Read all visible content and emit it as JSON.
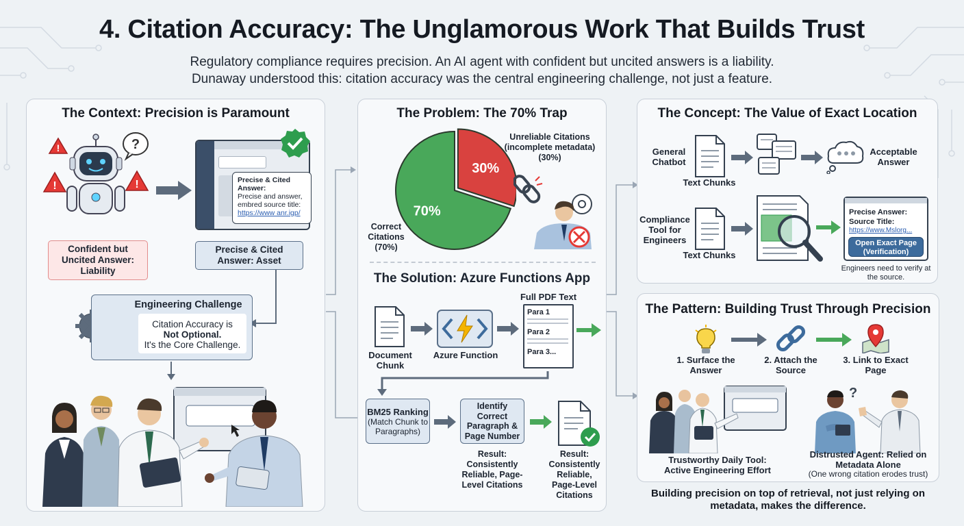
{
  "title": "4. Citation Accuracy: The Unglamorous Work That Builds Trust",
  "subtitle_line1": "Regulatory compliance requires precision. An AI agent with confident but uncited answers is a liability.",
  "subtitle_line2": "Dunaway understood this: citation accuracy was the central engineering challenge, not just a feature.",
  "context": {
    "title": "The Context: Precision is Paramount",
    "liability_label": "Confident but Uncited Answer: Liability",
    "bubble_title": "Precise & Cited Answer:",
    "bubble_body": "Precise and answer, embred source title:",
    "bubble_link": "https://www anr.igp/",
    "asset_label": "Precise & Cited Answer: Asset",
    "challenge_title": "Engineering Challenge",
    "challenge_line1": "Citation Accuracy is",
    "challenge_line2": "Not Optional.",
    "challenge_line3": "It's the Core Challenge."
  },
  "problem": {
    "title": "The Problem: The 70% Trap",
    "unreliable_label": "Unreliable Citations (incomplete metadata) (30%)",
    "correct_label": "Correct Citations (70%)"
  },
  "solution": {
    "title": "The Solution: Azure Functions App",
    "full_pdf": "Full PDF Text",
    "doc_chunk": "Document Chunk",
    "azure_function": "Azure Function",
    "para1": "Para 1",
    "para2": "Para 2",
    "para3": "Para 3...",
    "bm25_title": "BM25 Ranking",
    "bm25_sub": "(Match Chunk to Paragraphs)",
    "identify": "Identify Correct Paragraph & Page Number",
    "result1": "Result: Consistently Reliable, Page-Level Citations",
    "result2": "Result: Consistently Reliable, Page-Level Citations"
  },
  "concept": {
    "title": "The Concept: The Value of Exact Location",
    "general_chatbot": "General Chatbot",
    "text_chunks_1": "Text Chunks",
    "acceptable": "Acceptable Answer",
    "compliance_tool": "Compliance Tool for Engineers",
    "text_chunks_2": "Text Chunks",
    "precise_answer": "Precise Answer:",
    "source_title": "Source Title:",
    "source_link": "https://www.Mslorg...",
    "open_exact_page": "Open Exact Page (Verification)",
    "verify_note": "Engineers need to verify at the source."
  },
  "pattern": {
    "title": "The Pattern: Building Trust Through Precision",
    "step1": "1. Surface the Answer",
    "step2": "2. Attach the Source",
    "step3": "3. Link to Exact Page",
    "trust_label": "Trustworthy Daily Tool: Active Engineering Effort",
    "distrust_label": "Distrusted Agent: Relied on Metadata Alone",
    "distrust_note": "(One wrong citation erodes trust)"
  },
  "footer": "Building precision on top of retrieval, not just relying on metadata, makes the difference.",
  "chart_data": {
    "type": "pie",
    "title": "The Problem: The 70% Trap",
    "labels": [
      "Correct Citations",
      "Unreliable Citations"
    ],
    "values": [
      70,
      30
    ],
    "value_labels": [
      "70%",
      "30%"
    ],
    "colors": [
      "#49a85a",
      "#d9423f"
    ]
  },
  "colors": {
    "accent_blue": "#3d6b9c",
    "green": "#49a85a",
    "red": "#d9423f",
    "warning_red": "#e53935",
    "check_green": "#2e9d4e"
  }
}
